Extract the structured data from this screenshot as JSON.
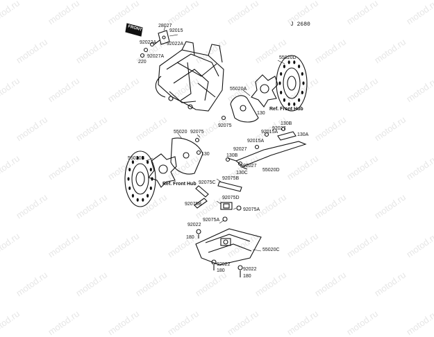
{
  "diagram": {
    "code": "J 2680",
    "front_tag": "FRONT",
    "watermark": "motod.ru",
    "ref_labels": [
      "Ref. Front Hub",
      "Ref. Front Hub"
    ],
    "parts": [
      {
        "id": "p1",
        "label": "28027"
      },
      {
        "id": "p2",
        "label": "92015"
      },
      {
        "id": "p3",
        "label": "92022A"
      },
      {
        "id": "p4",
        "label": "92022A"
      },
      {
        "id": "p5",
        "label": "92027A"
      },
      {
        "id": "p6",
        "label": "220"
      },
      {
        "id": "p7",
        "label": "55020D"
      },
      {
        "id": "p8",
        "label": "55020A"
      },
      {
        "id": "p9",
        "label": "130"
      },
      {
        "id": "p10",
        "label": "92075"
      },
      {
        "id": "p11",
        "label": "130B"
      },
      {
        "id": "p12",
        "label": "92027"
      },
      {
        "id": "p13",
        "label": "92015A"
      },
      {
        "id": "p14",
        "label": "130A"
      },
      {
        "id": "p15",
        "label": "55020"
      },
      {
        "id": "p16",
        "label": "92075"
      },
      {
        "id": "p17",
        "label": "130"
      },
      {
        "id": "p18",
        "label": "92015A"
      },
      {
        "id": "p19",
        "label": "92027"
      },
      {
        "id": "p20",
        "label": "130B"
      },
      {
        "id": "p21",
        "label": "92027"
      },
      {
        "id": "p22",
        "label": "130C"
      },
      {
        "id": "p23",
        "label": "55020D"
      },
      {
        "id": "p24",
        "label": "55020B"
      },
      {
        "id": "p25",
        "label": "92075C"
      },
      {
        "id": "p26",
        "label": "92075B"
      },
      {
        "id": "p27",
        "label": "92075B"
      },
      {
        "id": "p28",
        "label": "92075D"
      },
      {
        "id": "p29",
        "label": "92075A"
      },
      {
        "id": "p30",
        "label": "92075A"
      },
      {
        "id": "p31",
        "label": "92022"
      },
      {
        "id": "p32",
        "label": "180"
      },
      {
        "id": "p33",
        "label": "55020C"
      },
      {
        "id": "p34",
        "label": "92022"
      },
      {
        "id": "p35",
        "label": "180"
      },
      {
        "id": "p36",
        "label": "92022"
      },
      {
        "id": "p37",
        "label": "180"
      }
    ]
  }
}
